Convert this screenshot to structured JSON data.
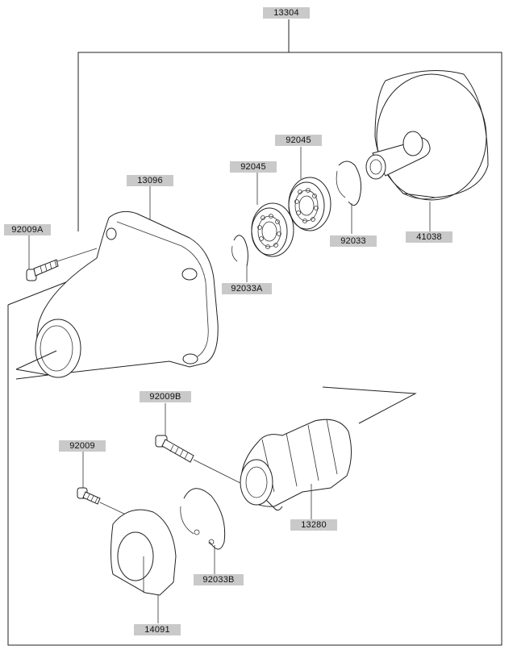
{
  "labels": {
    "assembly": "13304",
    "housing": "13096",
    "bolt_a": "92009A",
    "bearing_1": "92045",
    "bearing_2": "92045",
    "circlip_a": "92033A",
    "circlip": "92033",
    "drum": "41038",
    "bolt_b": "92009B",
    "bolt": "92009",
    "clutch_shoe": "13280",
    "circlip_b": "92033B",
    "cover": "14091"
  }
}
